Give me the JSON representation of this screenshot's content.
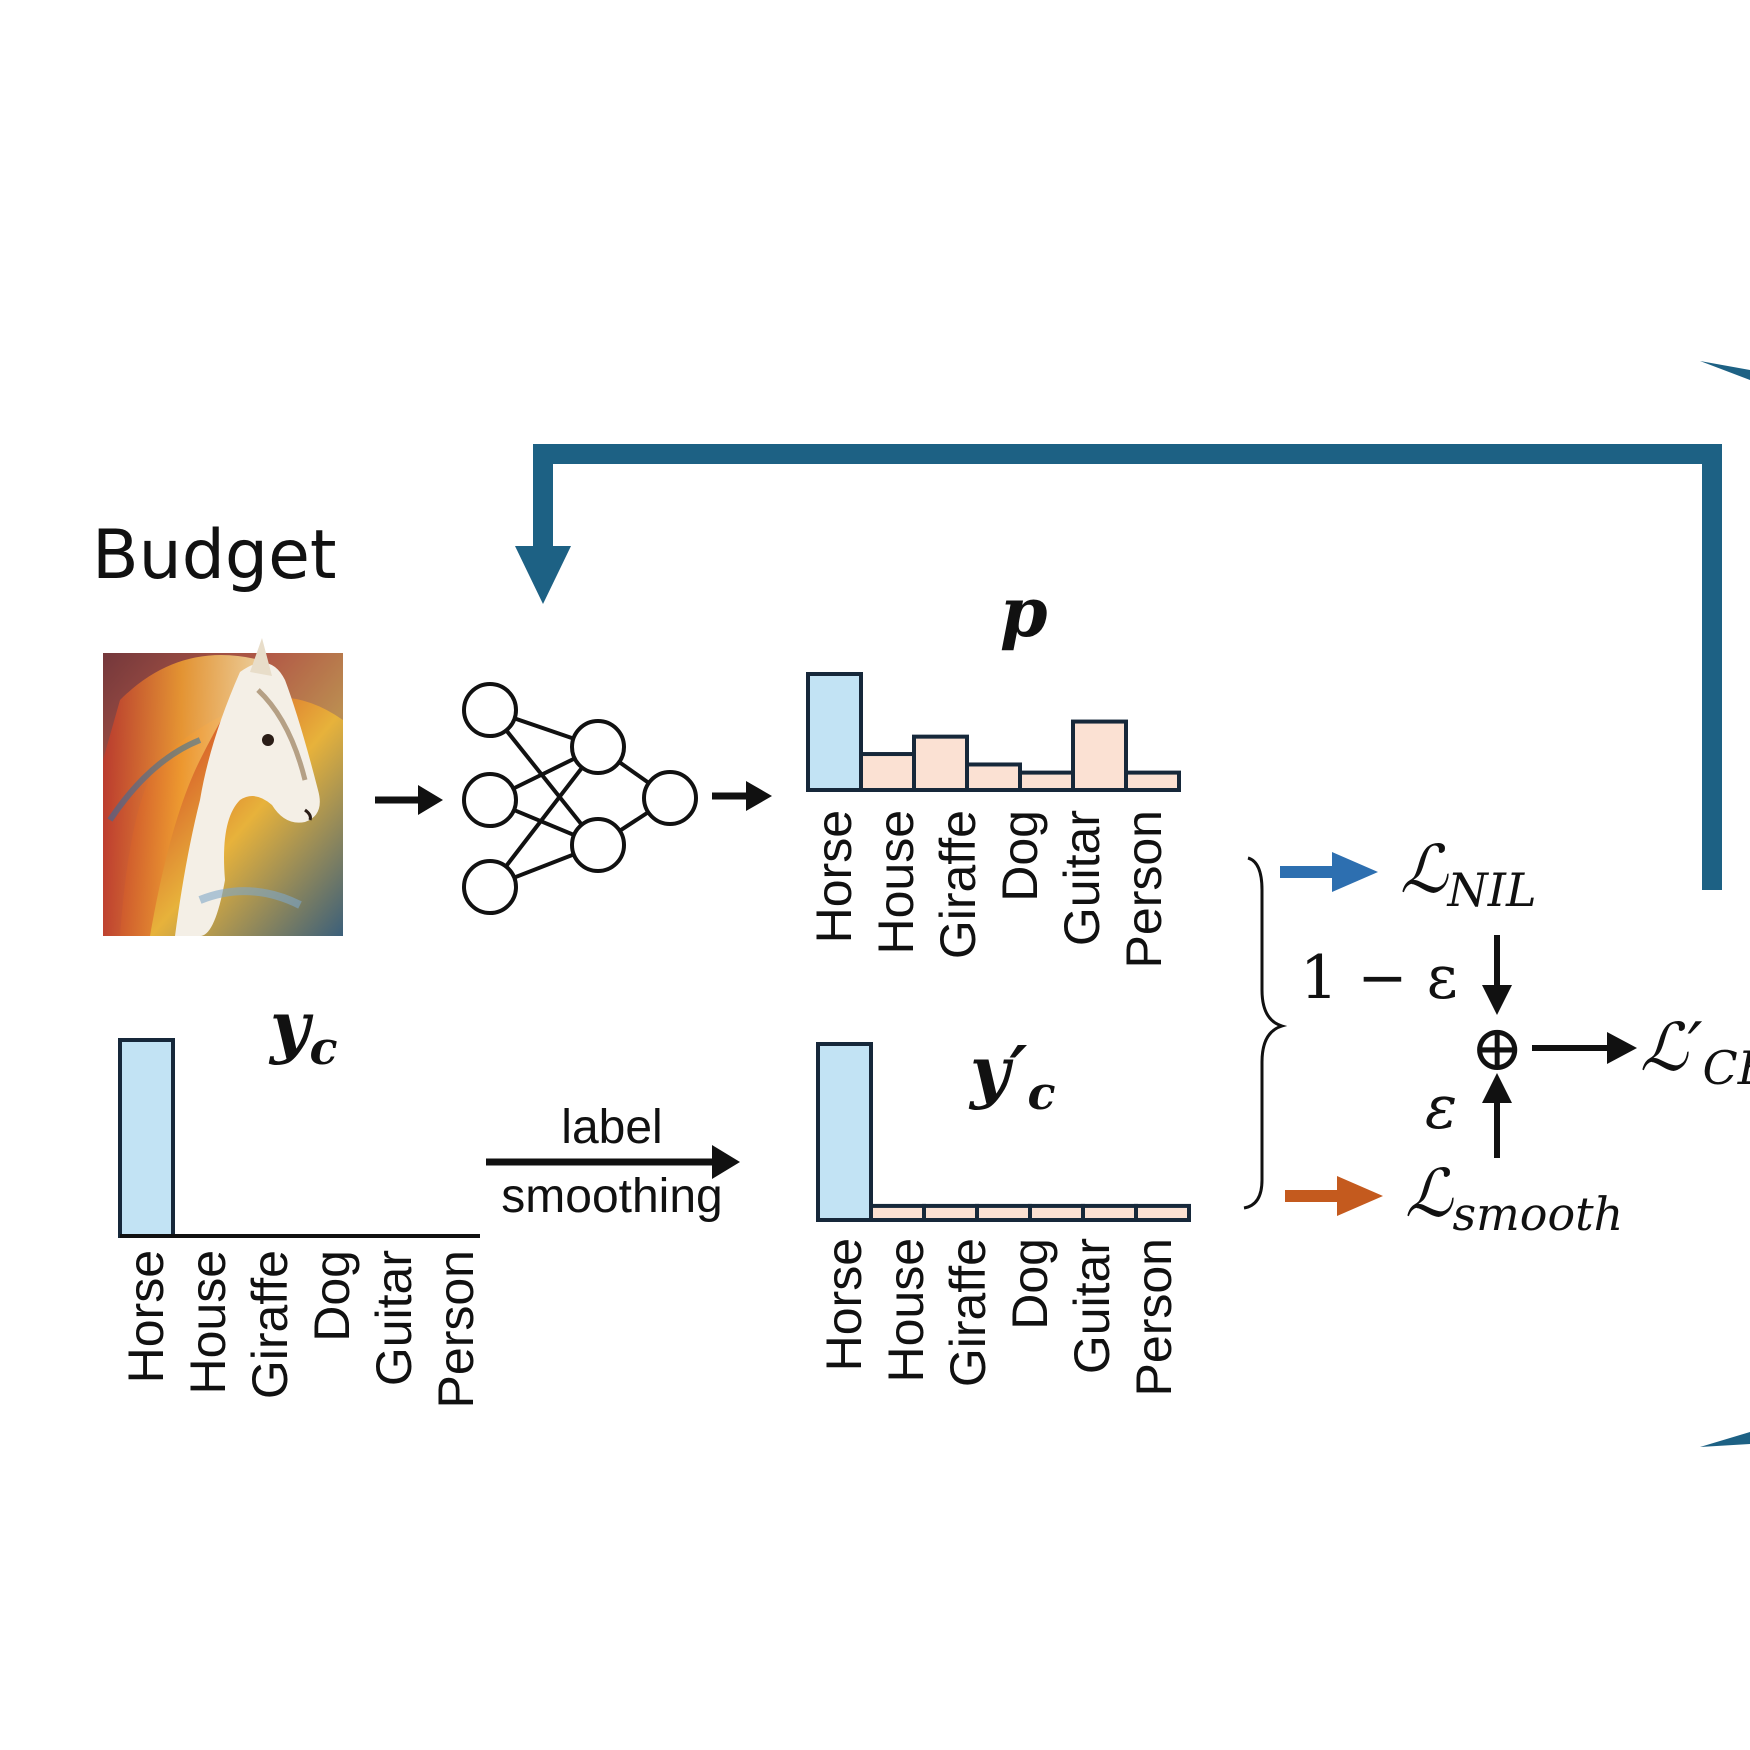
{
  "title": "Budget",
  "colors": {
    "feedback": "#1d6184",
    "bar_highlight": "#c2e3f4",
    "bar_other": "#fbe1d3",
    "bar_stroke": "#16283a",
    "nil_arrow": "#2d6fb0",
    "smooth_arrow": "#c45a1e"
  },
  "symbols": {
    "p": "p",
    "y_main": "y",
    "y_sub": "c",
    "yprime_main": "y′",
    "yprime_sub": "c",
    "label_line1": "label",
    "label_line2": "smoothing",
    "loss_nil_main": "ℒ",
    "loss_nil_sub": "NIL",
    "loss_smooth_main": "ℒ",
    "loss_smooth_sub": "smooth",
    "one_minus_eps": "1 − ε",
    "eps": "ε",
    "oplus": "⊕",
    "loss_out_main": "ℒ′",
    "loss_out_sub": "CE"
  },
  "icons": {
    "network": "neural-network-icon",
    "image": "horse-painting"
  },
  "chart_data": [
    {
      "type": "bar",
      "name": "p",
      "categories": [
        "Horse",
        "House",
        "Giraffe",
        "Dog",
        "Guitar",
        "Person"
      ],
      "values": [
        1.0,
        0.31,
        0.46,
        0.22,
        0.15,
        0.59,
        0.15
      ],
      "highlight_index": 0
    },
    {
      "type": "bar",
      "name": "y_c",
      "categories": [
        "Horse",
        "House",
        "Giraffe",
        "Dog",
        "Guitar",
        "Person"
      ],
      "values": [
        1.0,
        0,
        0,
        0,
        0,
        0
      ],
      "highlight_index": 0
    },
    {
      "type": "bar",
      "name": "y'_c",
      "categories": [
        "Horse",
        "House",
        "Giraffe",
        "Dog",
        "Guitar",
        "Person"
      ],
      "values": [
        1.0,
        0.08,
        0.08,
        0.08,
        0.08,
        0.08,
        0.08
      ],
      "highlight_index": 0
    }
  ]
}
